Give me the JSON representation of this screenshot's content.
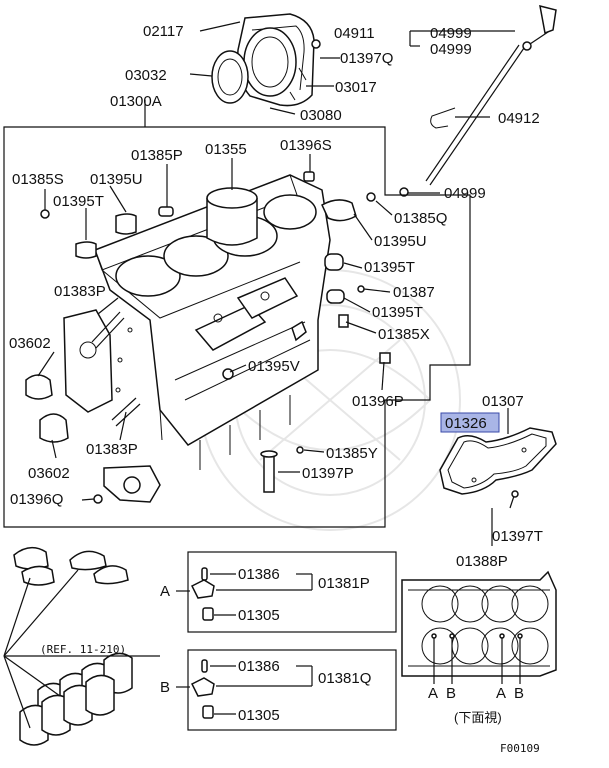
{
  "labels": {
    "p02117": "02117",
    "p04911": "04911",
    "p04999a": "04999",
    "p04999b": "04999",
    "p01397q": "01397Q",
    "p03032": "03032",
    "p03017": "03017",
    "p01300a": "01300A",
    "p03080": "03080",
    "p04912": "04912",
    "p01385p": "01385P",
    "p01355": "01355",
    "p01396s": "01396S",
    "p01385s": "01385S",
    "p01395u_left": "01395U",
    "p04999c": "04999",
    "p01395t_left": "01395T",
    "p01385q": "01385Q",
    "p01395u_right": "01395U",
    "p01395t_mid": "01395T",
    "p01383p_top": "01383P",
    "p01387": "01387",
    "p01395t_low": "01395T",
    "p01385x": "01385X",
    "p03602_top": "03602",
    "p01395v": "01395V",
    "p01396p": "01396P",
    "p01307": "01307",
    "p01326": "01326",
    "p01383p_bottom": "01383P",
    "p01385y": "01385Y",
    "p03602_bottom": "03602",
    "p01397p": "01397P",
    "p01396q": "01396Q",
    "p01397t": "01397T",
    "p01388p": "01388P",
    "ref": "(REF. 11-210)",
    "p01386_a": "01386",
    "p01381p": "01381P",
    "letter_a": "A",
    "p01305_a": "01305",
    "p01386_b": "01386",
    "p01381q": "01381Q",
    "letter_b": "B",
    "p01305_b": "01305",
    "view_a1": "A",
    "view_b1": "B",
    "view_a2": "A",
    "view_b2": "B",
    "view_caption": "(下面視)",
    "figure_code": "F00109"
  },
  "colors": {
    "line": "#111111",
    "highlight_fill": "#a9b5e6",
    "highlight_border": "#3a4aa8",
    "watermark": "#e6e6e6"
  }
}
